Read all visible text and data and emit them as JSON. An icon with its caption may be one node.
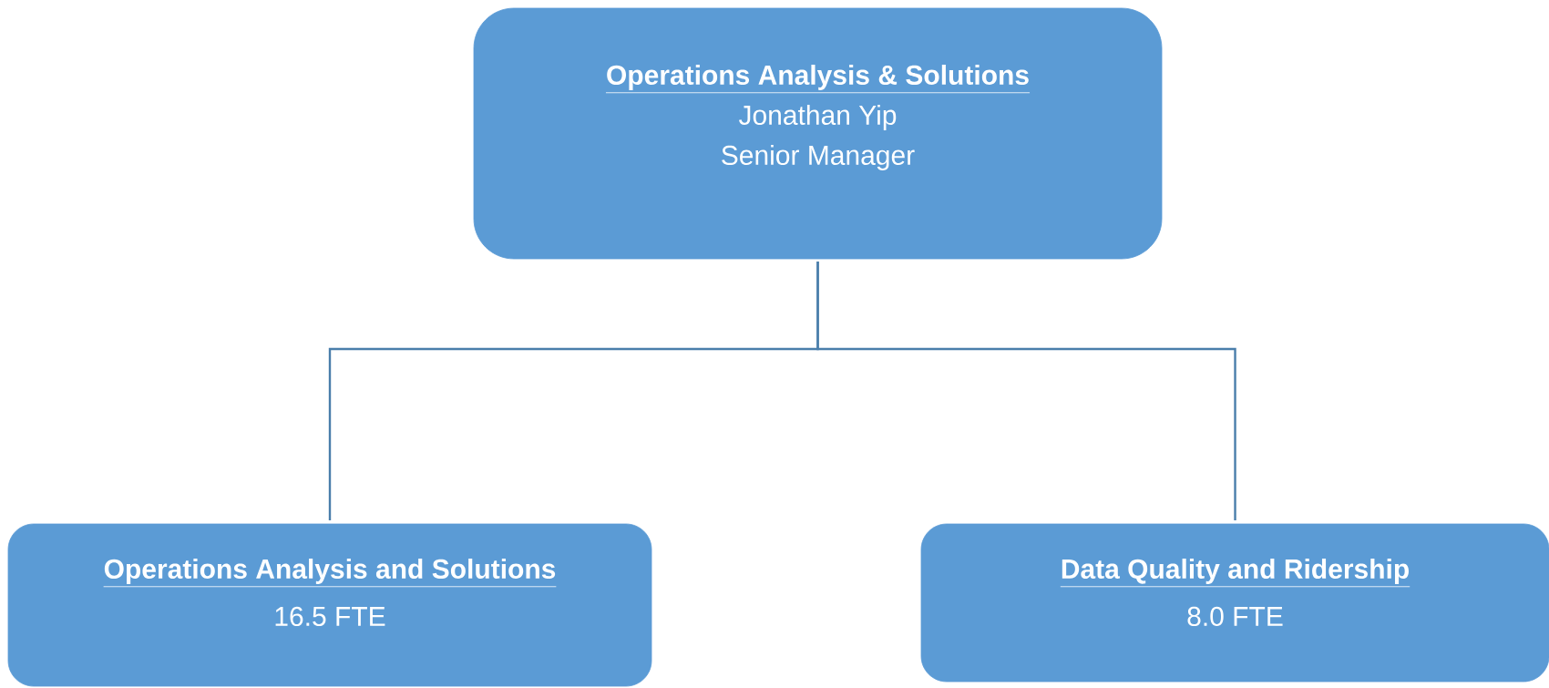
{
  "diagram": {
    "nodes": [
      {
        "text": [
          "Operations Analysis & Solutions",
          "Jonathan Yip",
          "Senior Manager"
        ]
      },
      {
        "text": [
          "Operations Analysis and Solutions",
          "16.5 FTE"
        ]
      },
      {
        "text": [
          "Data Quality and Ridership",
          "8.0 FTE"
        ]
      }
    ],
    "edges": [
      {
        "from": 0,
        "to": 1,
        "arrow": "none"
      },
      {
        "from": 0,
        "to": 2,
        "arrow": "none"
      }
    ]
  }
}
